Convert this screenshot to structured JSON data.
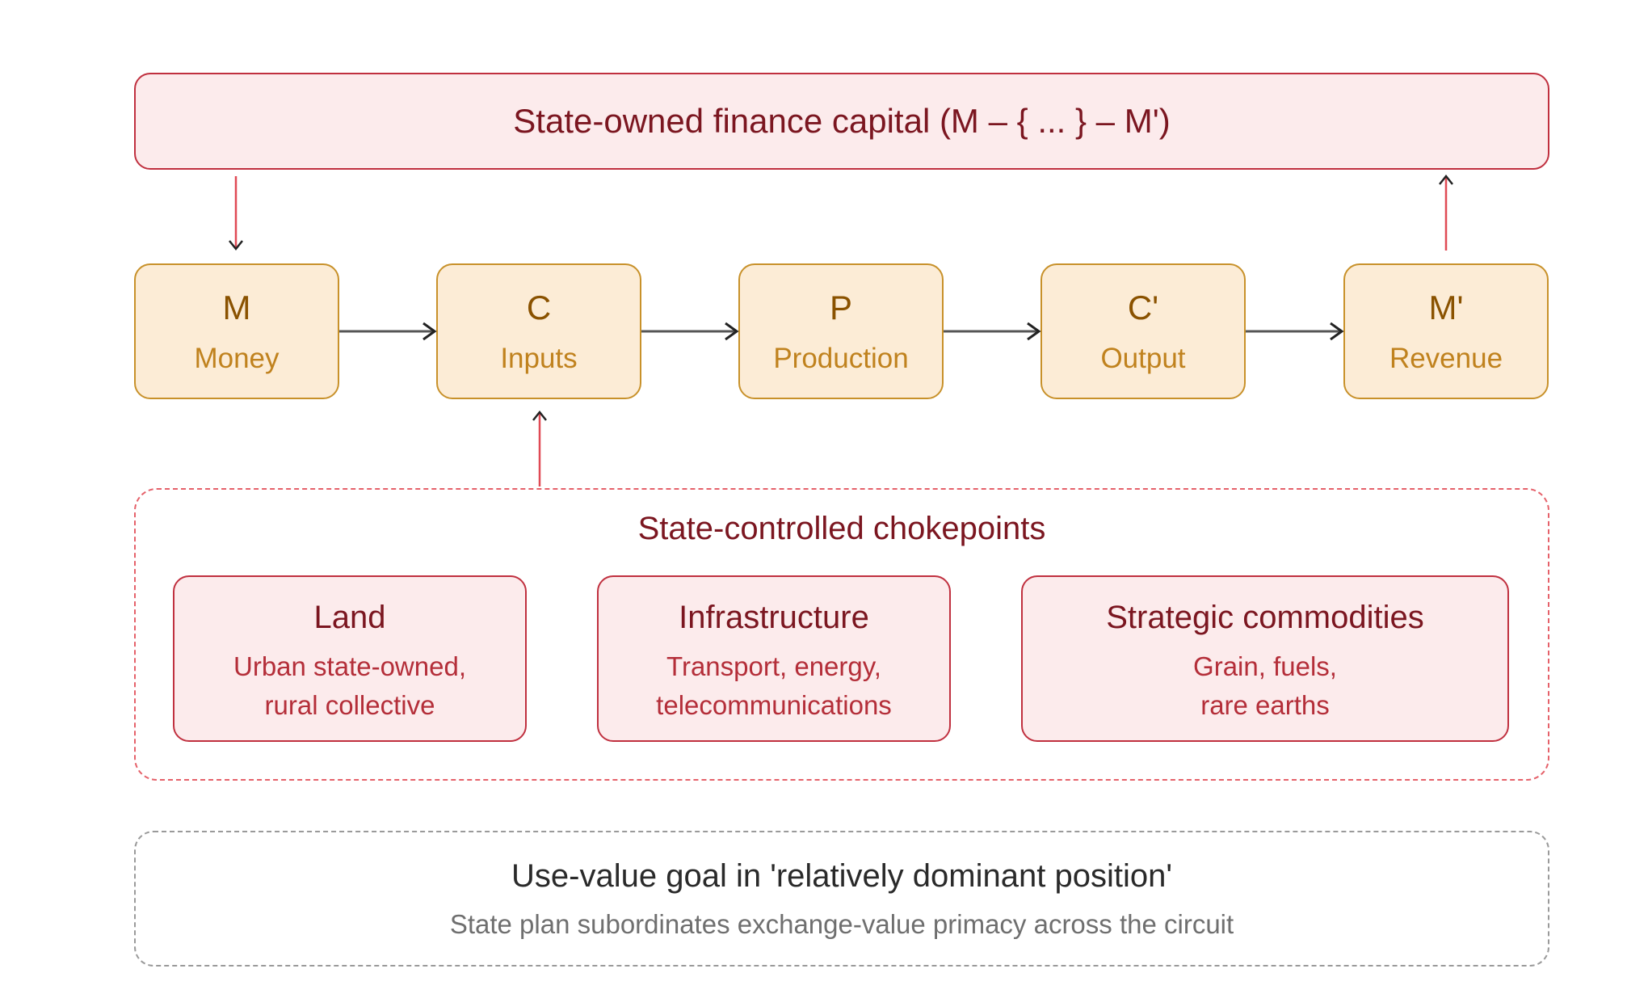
{
  "finance": {
    "title": "State-owned finance capital (M – { ... } – M')"
  },
  "circuit": [
    {
      "symbol": "M",
      "label": "Money"
    },
    {
      "symbol": "C",
      "label": "Inputs"
    },
    {
      "symbol": "P",
      "label": "Production"
    },
    {
      "symbol": "C'",
      "label": "Output"
    },
    {
      "symbol": "M'",
      "label": "Revenue"
    }
  ],
  "chokepoints": {
    "title": "State-controlled chokepoints",
    "items": [
      {
        "title": "Land",
        "line1": "Urban state-owned,",
        "line2": "rural collective"
      },
      {
        "title": "Infrastructure",
        "line1": "Transport, energy,",
        "line2": "telecommunications"
      },
      {
        "title": "Strategic commodities",
        "line1": "Grain, fuels,",
        "line2": "rare earths"
      }
    ]
  },
  "use_value": {
    "title": "Use-value goal in 'relatively dominant position'",
    "subtitle": "State plan subordinates exchange-value primacy across the circuit"
  },
  "colors": {
    "finance_fill": "#fcebec",
    "finance_border": "#c0303f",
    "node_fill": "#fcecd6",
    "node_border": "#c8912a",
    "arrow_red": "#e04a55",
    "arrow_gray": "#555555"
  }
}
